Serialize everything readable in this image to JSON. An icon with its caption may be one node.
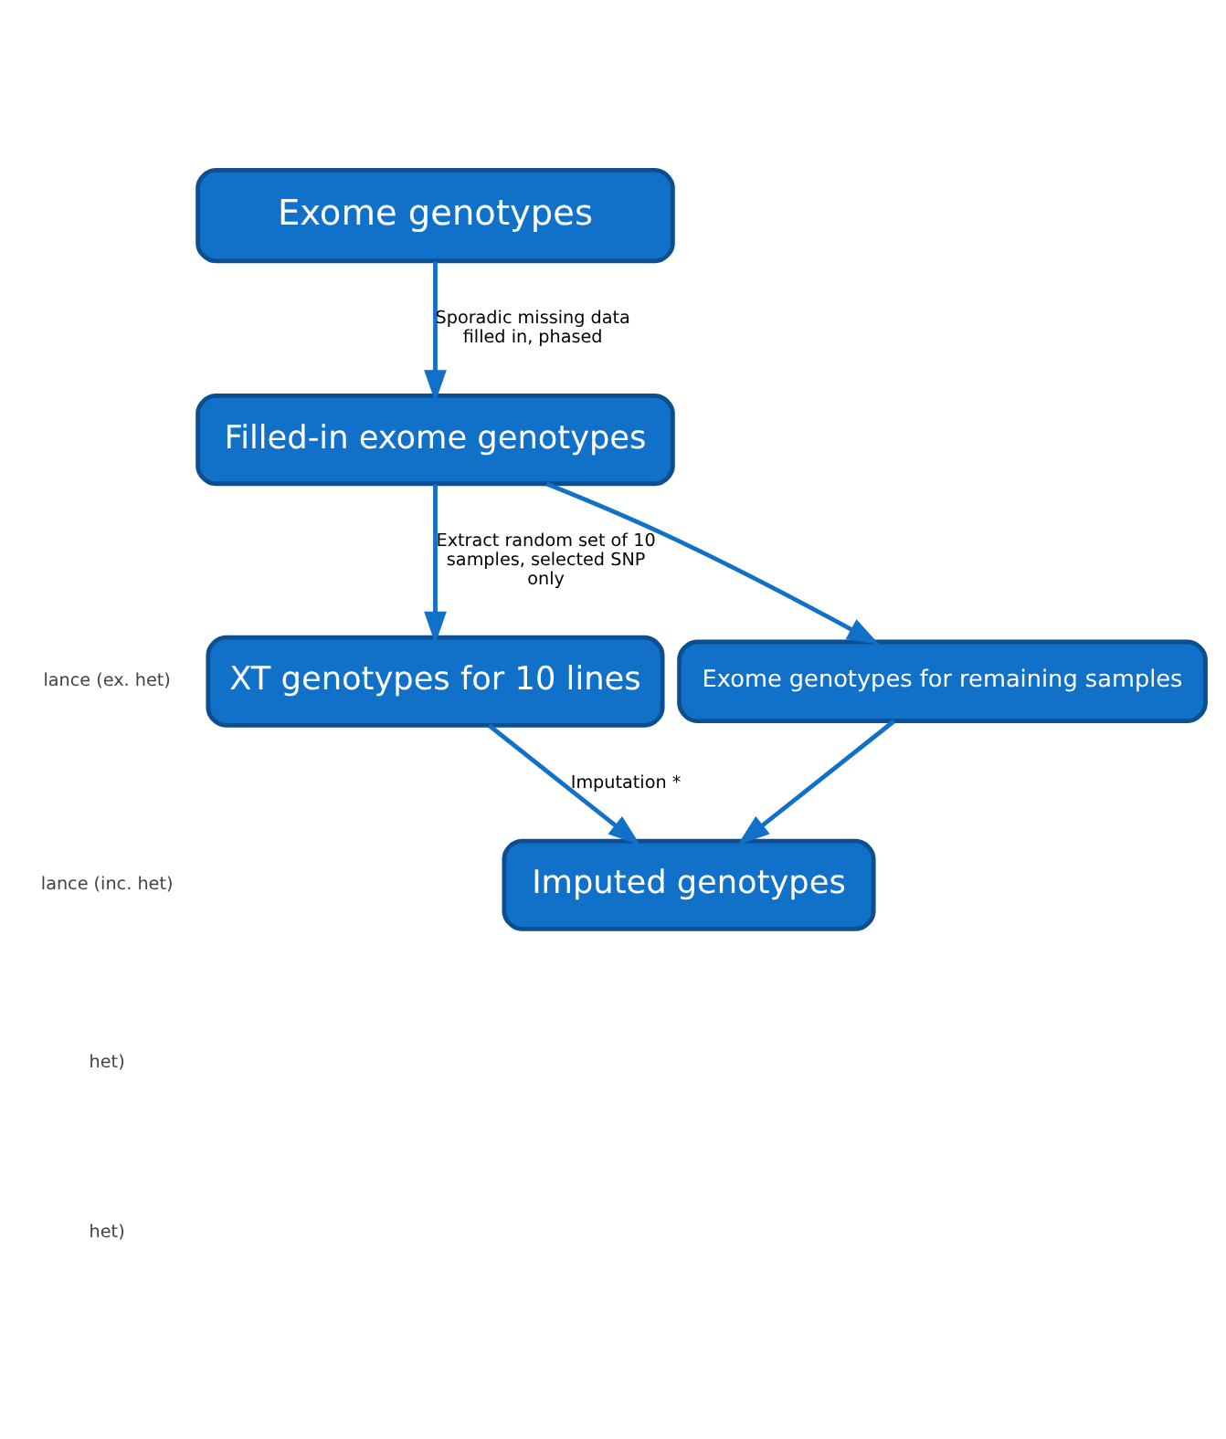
{
  "diagram": {
    "nodes": [
      {
        "text": [
          "Exome genotypes"
        ]
      },
      {
        "text": [
          "Filled-in exome genotypes"
        ]
      },
      {
        "text": [
          "XT genotypes for 10 lines"
        ]
      },
      {
        "text": [
          "Exome genotypes for remaining samples"
        ]
      },
      {
        "text": [
          "Imputed genotypes"
        ]
      }
    ],
    "edges": [
      {
        "from": 0,
        "to": 1,
        "arrow": "to",
        "label": "Sporadic missing data filled in, phased"
      },
      {
        "from": 1,
        "to": 2,
        "arrow": "to",
        "label": "Extract random set of 10 samples, selected SNP only"
      },
      {
        "from": 1,
        "to": 3,
        "arrow": "to"
      },
      {
        "from": 2,
        "to": 4,
        "arrow": "to",
        "label": "Imputation *"
      },
      {
        "from": 3,
        "to": 4,
        "arrow": "to"
      }
    ],
    "labels": [
      "lance (ex. het)",
      "lance (inc. het)",
      "het)",
      "het)"
    ]
  }
}
